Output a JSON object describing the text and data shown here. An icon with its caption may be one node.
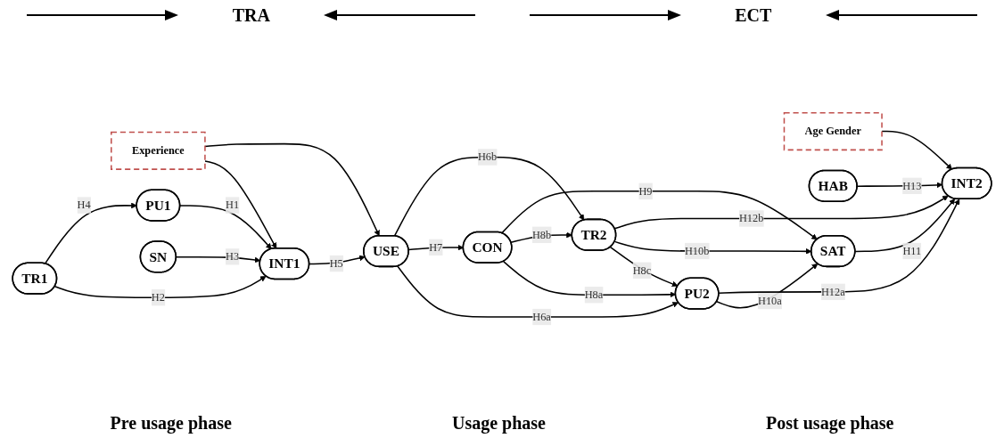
{
  "diagram": {
    "nodes": [
      {
        "text": [
          "PU1"
        ]
      },
      {
        "text": [
          "Experience"
        ]
      },
      {
        "text": [
          "PU2"
        ]
      },
      {
        "text": [
          "HAB"
        ]
      },
      {
        "text": [
          "TR1"
        ]
      },
      {
        "text": [
          "INT1"
        ]
      },
      {
        "text": [
          "USE"
        ]
      },
      {
        "text": [
          "CON"
        ]
      },
      {
        "text": [
          "SAT"
        ]
      },
      {
        "text": [
          "INT2"
        ]
      },
      {
        "text": [
          "SN"
        ]
      },
      {
        "text": [
          "TR2"
        ]
      },
      {
        "text": [
          "Age Gender"
        ]
      }
    ],
    "edges": [
      {
        "from": 0,
        "to": 5,
        "arrow": "to",
        "label": "H1"
      },
      {
        "from": 4,
        "to": 5,
        "arrow": "to",
        "label": "H2"
      },
      {
        "from": 10,
        "to": 5,
        "arrow": "to",
        "label": "H3"
      },
      {
        "from": 4,
        "to": 0,
        "arrow": "to",
        "label": "H4"
      },
      {
        "from": 1,
        "to": 5,
        "arrow": "to"
      },
      {
        "from": 1,
        "to": 6,
        "arrow": "to"
      },
      {
        "from": 5,
        "to": 6,
        "arrow": "to",
        "label": "H5"
      },
      {
        "from": 6,
        "to": 2,
        "arrow": "to",
        "label": "H6a"
      },
      {
        "from": 6,
        "to": 7,
        "arrow": "to",
        "label": "H7"
      },
      {
        "from": 6,
        "to": 11,
        "arrow": "to",
        "label": "H6b"
      },
      {
        "from": 7,
        "to": 2,
        "arrow": "to",
        "label": "H8a"
      },
      {
        "from": 7,
        "to": 11,
        "arrow": "to",
        "label": "H8b"
      },
      {
        "from": 11,
        "to": 2,
        "arrow": "to",
        "label": "H8c"
      },
      {
        "from": 7,
        "to": 8,
        "arrow": "to",
        "label": "H9"
      },
      {
        "from": 2,
        "to": 8,
        "arrow": "to",
        "label": "H10a"
      },
      {
        "from": 11,
        "to": 8,
        "arrow": "to",
        "label": "H10b"
      },
      {
        "from": 8,
        "to": 9,
        "arrow": "to",
        "label": "H11"
      },
      {
        "from": 2,
        "to": 9,
        "arrow": "to",
        "label": "H12a"
      },
      {
        "from": 11,
        "to": 9,
        "arrow": "to",
        "label": "H12b"
      },
      {
        "from": 3,
        "to": 9,
        "arrow": "to",
        "label": "H13"
      },
      {
        "from": 12,
        "to": 9,
        "arrow": "to"
      }
    ],
    "labels": [
      "TRA",
      "ECT",
      "Pre usage phase",
      "Usage phase",
      "Post usage phase"
    ]
  }
}
